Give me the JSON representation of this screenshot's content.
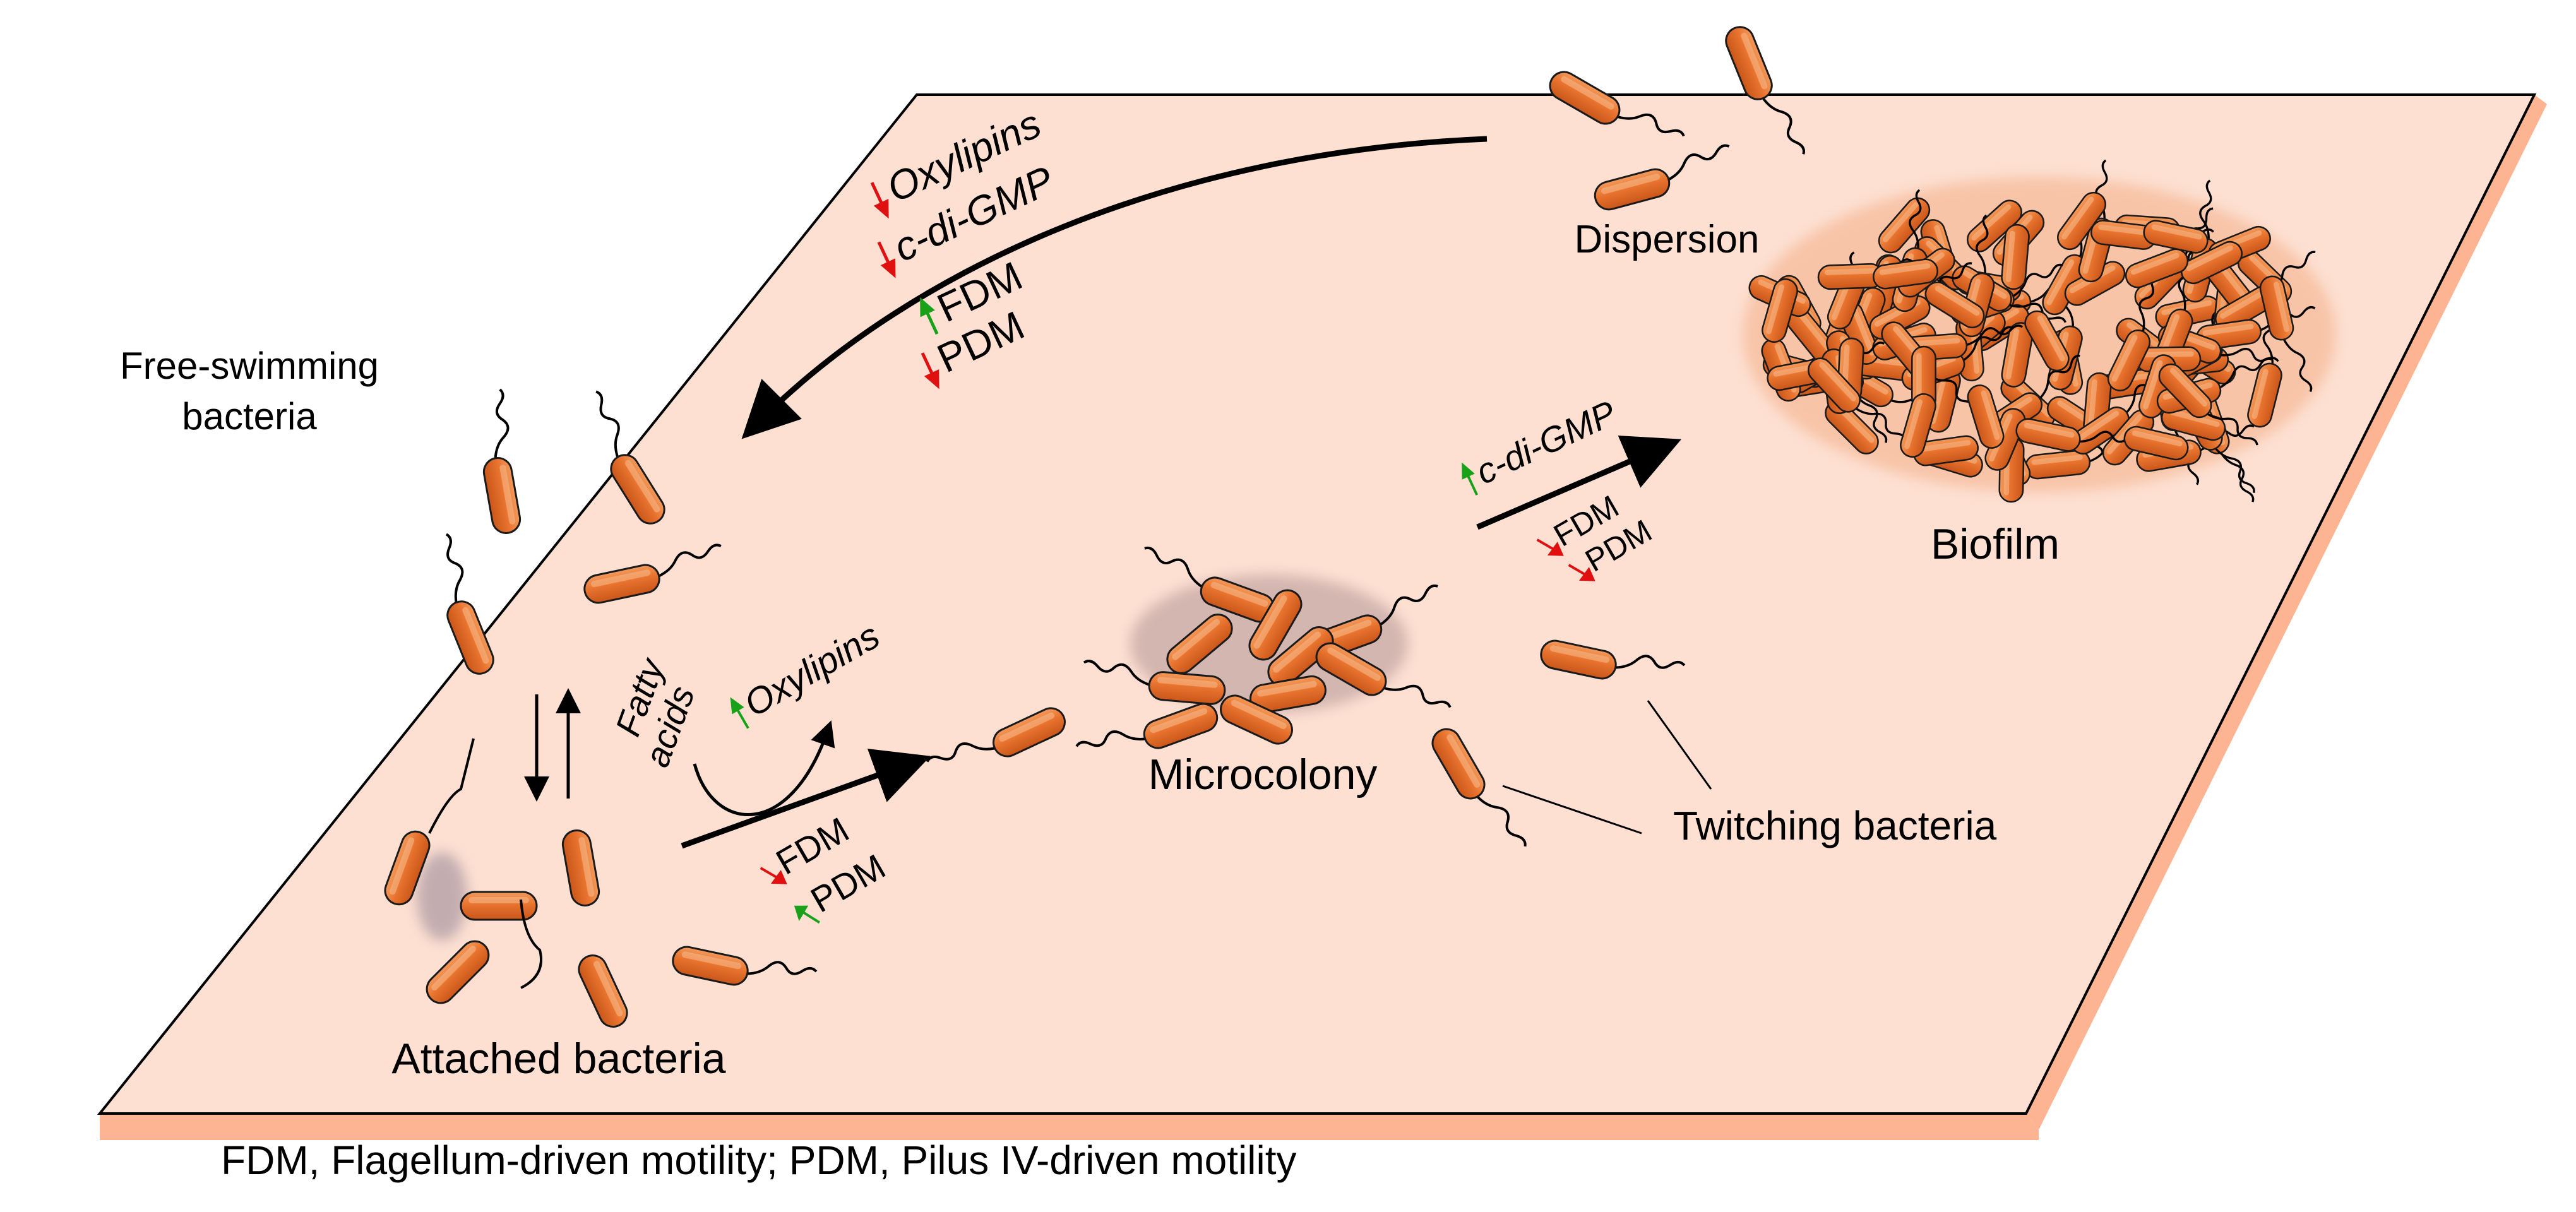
{
  "labels": {
    "free_swimming_line1": "Free-swimming",
    "free_swimming_line2": "bacteria",
    "attached": "Attached bacteria",
    "microcolony": "Microcolony",
    "twitching": "Twitching bacteria",
    "biofilm": "Biofilm",
    "dispersion": "Dispersion",
    "fatty_line1": "Fatty",
    "fatty_line2": "acids",
    "oxylipins_attach": "Oxylipins",
    "attach_fdm": "FDM",
    "attach_pdm": "PDM",
    "micro_cdigmp": "c-di-GMP",
    "micro_fdm": "FDM",
    "micro_pdm": "PDM",
    "disp_oxylipins": "Oxylipins",
    "disp_cdigmp": "c-di-GMP",
    "disp_fdm": "FDM",
    "disp_pdm": "PDM"
  },
  "indicators": {
    "attach_oxylipins": "up",
    "attach_fdm": "down",
    "attach_pdm": "up",
    "micro_cdigmp": "up",
    "micro_fdm": "down",
    "micro_pdm": "down",
    "disp_oxylipins": "down",
    "disp_cdigmp": "down",
    "disp_fdm": "up",
    "disp_pdm": "down"
  },
  "footnote": "FDM, Flagellum-driven motility; PDM, Pilus IV-driven motility",
  "colors": {
    "surface": "#fde0d2",
    "surface_edge": "#fdb493",
    "bacterium": "#e8732e",
    "up_arrow": "#1aa11a",
    "down_arrow": "#e01010"
  }
}
